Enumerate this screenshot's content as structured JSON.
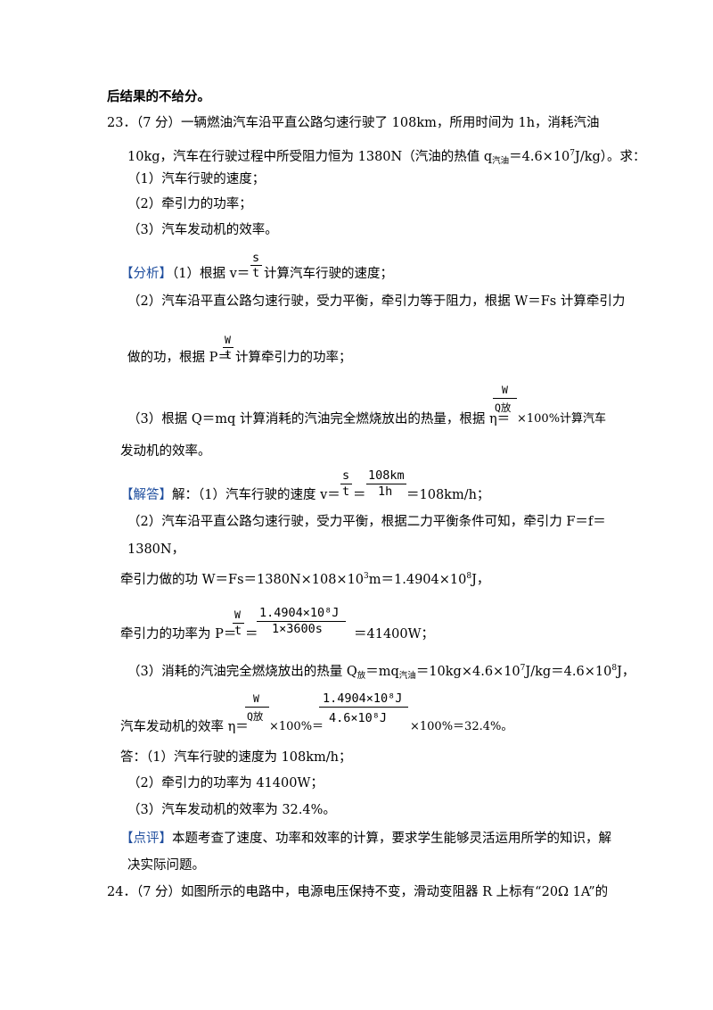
{
  "header_line": "后结果的不给分。",
  "q23": {
    "number": "23．",
    "points": "（7 分）",
    "stem_1": "一辆燃油汽车沿平直公路匀速行驶了 108km，所用时间为 1h，消耗汽油",
    "stem_2a": "10kg，汽车在行驶过程中所受阻力恒为 1380N（汽油的热值 q",
    "stem_2_sub": "汽油",
    "stem_2b": "＝4.6×10",
    "stem_2_sup": "7",
    "stem_2c": "J/kg）。求：",
    "sub_1": "（1）汽车行驶的速度；",
    "sub_2": "（2）牵引力的功率；",
    "sub_3": "（3）汽车发动机的效率。"
  },
  "analysis": {
    "tag": "【分析】",
    "l1_a": "（1）根据 v＝",
    "l1_num": "s",
    "l1_den": "t",
    "l1_b": "计算汽车行驶的速度；",
    "l2": "（2）汽车沿平直公路匀速行驶，受力平衡，牵引力等于阻力，根据 W＝Fs 计算牵引力",
    "l3_a": "做的功，根据 P＝",
    "l3_num": "W",
    "l3_den": "t",
    "l3_b": "计算牵引力的功率；",
    "l4_a": "（3）根据 Q＝mq 计算消耗的汽油完全燃烧放出的热量，根据 η＝",
    "l4_num": "W",
    "l4_den": "Q放",
    "l4_b": "×100%计算汽车",
    "l5": "发动机的效率。"
  },
  "answer": {
    "tag": "【解答】",
    "l1_a": "解：（1）汽车行驶的速度 v＝",
    "l1_f1_num": "s",
    "l1_f1_den": "t",
    "l1_eq": "＝",
    "l1_f2_num": "108km",
    "l1_f2_den": "1h",
    "l1_b": "＝108km/h；",
    "l2": "（2）汽车沿平直公路匀速行驶，受力平衡，根据二力平衡条件可知，牵引力 F＝f＝",
    "l3": "1380N，",
    "l4_a": "牵引力做的功 W＝Fs＝1380N×108×10",
    "l4_sup1": "3",
    "l4_b": "m＝1.4904×10",
    "l4_sup2": "8",
    "l4_c": "J，",
    "l5_a": "牵引力的功率为 P＝",
    "l5_f1_num": "W",
    "l5_f1_den": "t",
    "l5_eq": "＝",
    "l5_f2_num": "1.4904×10⁸J",
    "l5_f2_den": "1×3600s",
    "l5_b": "＝41400W；",
    "l6_a": "（3）消耗的汽油完全燃烧放出的热量 Q",
    "l6_sub1": "放",
    "l6_b": "＝mq",
    "l6_sub2": "汽油",
    "l6_c": "＝10kg×4.6×10",
    "l6_sup1": "7",
    "l6_d": "J/kg＝4.6×10",
    "l6_sup2": "8",
    "l6_e": "J，",
    "l7_a": "汽车发动机的效率 η＝",
    "l7_f1_num": "W",
    "l7_f1_den": "Q放",
    "l7_mid": "×100%＝",
    "l7_f2_num": "1.4904×10⁸J",
    "l7_f2_den": "4.6×10⁸J",
    "l7_b": "×100%＝32.4%。",
    "ans_1": "答：（1）汽车行驶的速度为 108km/h；",
    "ans_2": "（2）牵引力的功率为 41400W；",
    "ans_3": "（3）汽车发动机的效率为 32.4%。"
  },
  "comment": {
    "tag": "【点评】",
    "l1": "本题考查了速度、功率和效率的计算，要求学生能够灵活运用所学的知识，解",
    "l2": "决实际问题。"
  },
  "q24": {
    "number": "24．",
    "points": "（7 分）",
    "stem": "如图所示的电路中，电源电压保持不变，滑动变阻器 R 上标有“20Ω  1A”的"
  }
}
